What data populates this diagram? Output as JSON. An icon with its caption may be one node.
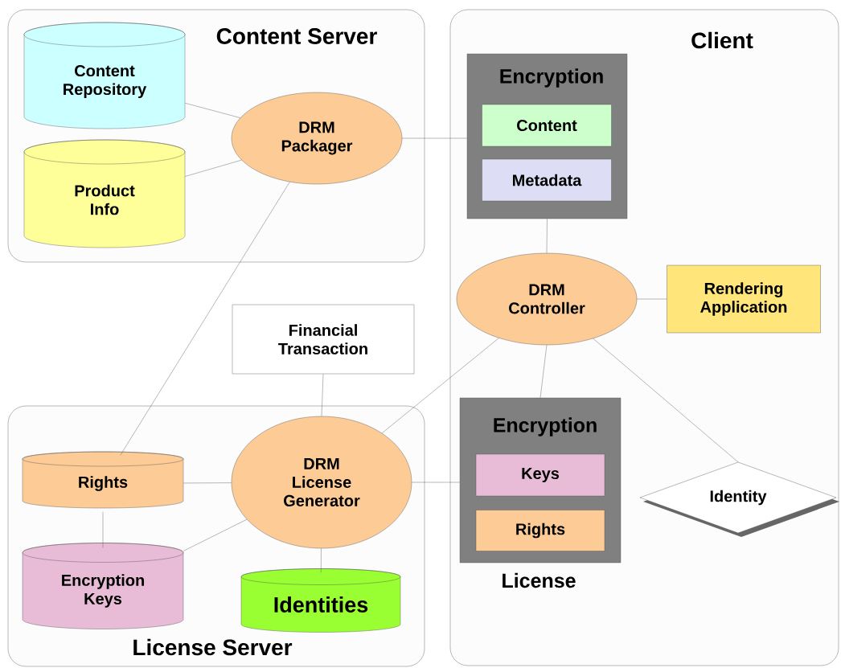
{
  "diagram": {
    "nodes": [
      {
        "text": [
          "Content Server"
        ]
      },
      {
        "text": [
          "Content Repository"
        ],
        "in": 0
      },
      {
        "text": [
          "Product Info"
        ],
        "in": 0
      },
      {
        "text": [
          "DRM Packager"
        ],
        "in": 0
      },
      {
        "text": [
          "Client"
        ]
      },
      {
        "text": [
          "Encryption"
        ],
        "in": 4
      },
      {
        "text": [
          "Content"
        ],
        "in": 5
      },
      {
        "text": [
          "Metadata"
        ],
        "in": 5
      },
      {
        "text": [
          "DRM Controller"
        ],
        "in": 4
      },
      {
        "text": [
          "Rendering Application"
        ],
        "in": 4
      },
      {
        "text": [
          "Financial Transaction"
        ]
      },
      {
        "text": [
          "License Server"
        ]
      },
      {
        "text": [
          "Rights"
        ],
        "in": 11
      },
      {
        "text": [
          "Encryption Keys"
        ],
        "in": 11
      },
      {
        "text": [
          "DRM License Generator"
        ],
        "in": 11
      },
      {
        "text": [
          "Identities"
        ],
        "in": 11
      },
      {
        "text": [
          "Encryption"
        ],
        "in": 4,
        "beside": [
          "License"
        ]
      },
      {
        "text": [
          "Keys"
        ],
        "in": 16
      },
      {
        "text": [
          "Rights"
        ],
        "in": 16
      },
      {
        "text": [
          "Identity"
        ],
        "in": 4
      }
    ],
    "edges": [
      {
        "from": 1,
        "to": 3,
        "arrow": "none"
      },
      {
        "from": 2,
        "to": 3,
        "arrow": "none"
      },
      {
        "from": 3,
        "to": 5,
        "arrow": "none"
      },
      {
        "from": 3,
        "to": 12,
        "arrow": "none"
      },
      {
        "from": 5,
        "to": 8,
        "arrow": "none"
      },
      {
        "from": 8,
        "to": 9,
        "arrow": "none"
      },
      {
        "from": 8,
        "to": 14,
        "arrow": "none"
      },
      {
        "from": 8,
        "to": 16,
        "arrow": "none"
      },
      {
        "from": 8,
        "to": 19,
        "arrow": "none"
      },
      {
        "from": 10,
        "to": 14,
        "arrow": "none"
      },
      {
        "from": 12,
        "to": 14,
        "arrow": "none"
      },
      {
        "from": 13,
        "to": 14,
        "arrow": "none"
      },
      {
        "from": 14,
        "to": 15,
        "arrow": "none"
      },
      {
        "from": 12,
        "to": 13,
        "arrow": "none"
      },
      {
        "from": 14,
        "to": 16,
        "arrow": "none"
      }
    ]
  }
}
